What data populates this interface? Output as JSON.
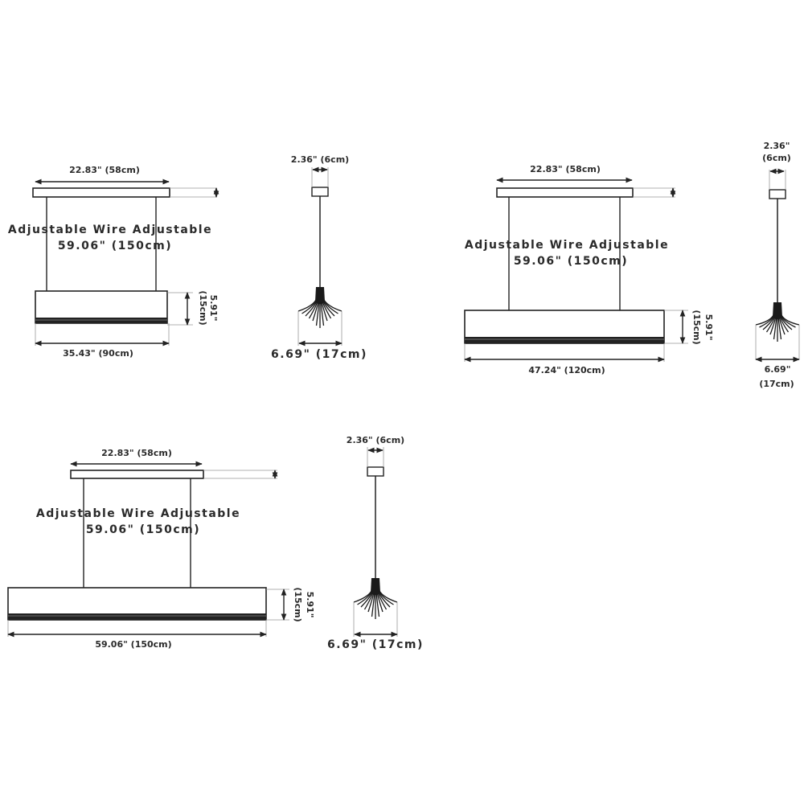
{
  "colors": {
    "line": "#222222",
    "background": "#ffffff"
  },
  "lamps": [
    {
      "canopy_width": "22.83\" (58cm)",
      "wire_line1": "Adjustable Wire Adjustable",
      "wire_line2": "59.06\" (150cm)",
      "body_height": "5.91\"",
      "body_height_cm": "(15cm)",
      "body_width": "35.43\" (90cm)"
    },
    {
      "canopy_width": "22.83\" (58cm)",
      "wire_line1": "Adjustable Wire Adjustable",
      "wire_line2": "59.06\" (150cm)",
      "body_height": "5.91\"",
      "body_height_cm": "(15cm)",
      "body_width": "47.24\" (120cm)"
    },
    {
      "canopy_width": "22.83\" (58cm)",
      "wire_line1": "Adjustable Wire Adjustable",
      "wire_line2": "59.06\" (150cm)",
      "body_height": "5.91\"",
      "body_height_cm": "(15cm)",
      "body_width": "59.06\" (150cm)"
    }
  ],
  "pendants": [
    {
      "canopy_width": "2.36\" (6cm)",
      "shade_width": "6.69\" (17cm)"
    },
    {
      "canopy_width": "2.36\"",
      "canopy_width_cm": "(6cm)",
      "shade_width": "6.69\"",
      "shade_width_cm": "(17cm)"
    },
    {
      "canopy_width": "2.36\" (6cm)",
      "shade_width": "6.69\" (17cm)"
    }
  ]
}
